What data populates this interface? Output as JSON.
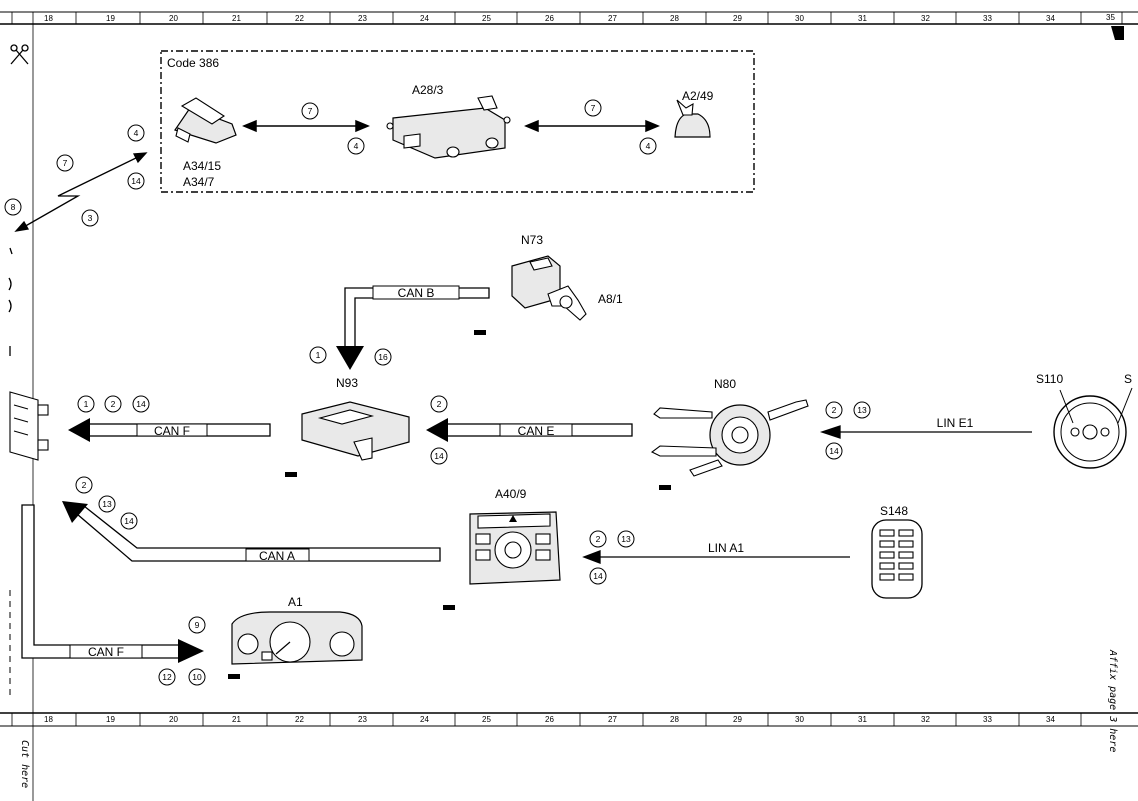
{
  "ruler": {
    "top": [
      "18",
      "19",
      "20",
      "21",
      "22",
      "23",
      "24",
      "25",
      "26",
      "27",
      "28",
      "29",
      "30",
      "31",
      "32",
      "33",
      "34",
      "35"
    ],
    "bottom": [
      "18",
      "19",
      "20",
      "21",
      "22",
      "23",
      "24",
      "25",
      "26",
      "27",
      "28",
      "29",
      "30",
      "31",
      "32",
      "33",
      "34"
    ]
  },
  "margin": {
    "cut_here": "Cut here",
    "affix_here": "Affix page 3 here"
  },
  "code_box": {
    "title": "Code 386"
  },
  "components": {
    "a28_3": "A28/3",
    "a2_49": "A2/49",
    "a34_15": "A34/15",
    "a34_7": "A34/7",
    "n73": "N73",
    "a8_1": "A8/1",
    "n93": "N93",
    "n80": "N80",
    "s110": "S110",
    "a40_9": "A40/9",
    "s148": "S148",
    "a1": "A1"
  },
  "buses": {
    "can_b": "CAN B",
    "can_f_top": "CAN F",
    "can_e": "CAN E",
    "lin_e1": "LIN E1",
    "can_a": "CAN A",
    "lin_a1": "LIN A1",
    "can_f_bottom": "CAN F"
  },
  "markers": {
    "m7a": "7",
    "m4a": "4",
    "m7b": "7",
    "m4b": "4",
    "m4c": "4",
    "m7c": "7",
    "m14a": "14",
    "m8": "8",
    "m3": "3",
    "m1a": "1",
    "m16": "16",
    "m1b": "1",
    "m2a": "2",
    "m14b": "14",
    "m2b": "2",
    "m14c": "14",
    "m2c": "2",
    "m13a": "13",
    "m14d": "14",
    "m2d": "2",
    "m13b": "13",
    "m14e": "14",
    "m2e": "2",
    "m13c": "13",
    "m14f": "14",
    "m9": "9",
    "m12": "12",
    "m10": "10"
  }
}
